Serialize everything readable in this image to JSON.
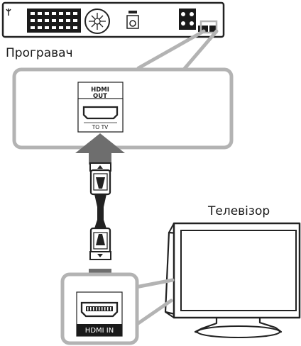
{
  "labels": {
    "player": "Програвач",
    "tv": "Телевізор"
  },
  "ports": {
    "hdmi_out_line1": "HDMI",
    "hdmi_out_line2": "OUT",
    "to_tv": "TO TV",
    "hdmi_in": "HDMI IN"
  },
  "colors": {
    "callout_gray": "#b3b3b3",
    "arrow_gray": "#6e6e6e",
    "line_dark": "#222222",
    "panel_fill": "#f2f2f2"
  }
}
